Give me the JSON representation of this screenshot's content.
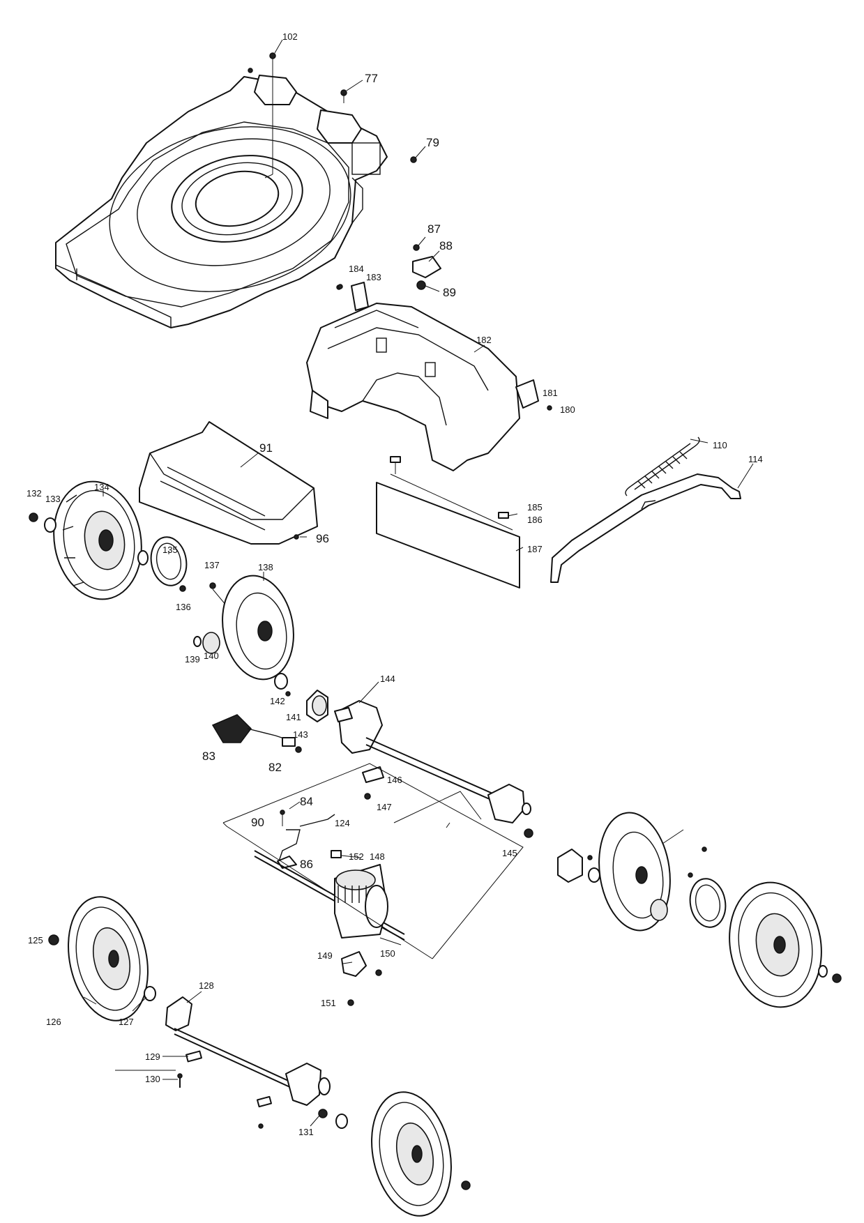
{
  "diagram": {
    "type": "exploded-parts-view",
    "line_color": "#111111",
    "background": "#ffffff",
    "part_numbers": [
      "102",
      "77",
      "79",
      "87",
      "88",
      "89",
      "184",
      "183",
      "182",
      "181",
      "180",
      "110",
      "114",
      "91",
      "96",
      "185",
      "186",
      "187",
      "132",
      "133",
      "134",
      "135",
      "137",
      "138",
      "136",
      "139",
      "140",
      "142",
      "141",
      "143",
      "144",
      "83",
      "82",
      "146",
      "147",
      "84",
      "90",
      "124",
      "86",
      "152",
      "148",
      "145",
      "149",
      "150",
      "151",
      "125",
      "126",
      "127",
      "128",
      "129",
      "130",
      "131"
    ]
  }
}
